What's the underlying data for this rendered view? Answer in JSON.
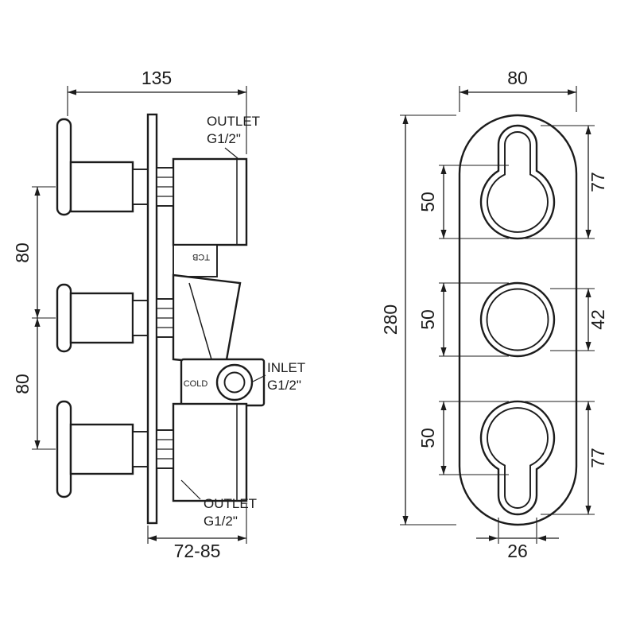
{
  "side_view": {
    "dims": {
      "width": "135",
      "spacing_top": "80",
      "spacing_bottom": "80",
      "depth": "72-85"
    },
    "labels": {
      "outlet_top_line1": "OUTLET",
      "outlet_top_line2": "G1/2\"",
      "inlet_line1": "INLET",
      "inlet_line2": "G1/2\"",
      "cold": "COLD",
      "tcb": "TCB",
      "outlet_bottom_line1": "OUTLET",
      "outlet_bottom_line2": "G1/2\""
    }
  },
  "front_view": {
    "dims": {
      "width": "80",
      "height": "280",
      "top_circle": "50",
      "mid_circle": "50",
      "bottom_circle": "50",
      "top_keyhole_height": "77",
      "mid_inner_circle": "42",
      "bottom_keyhole_height": "77",
      "slot_width": "26"
    }
  }
}
